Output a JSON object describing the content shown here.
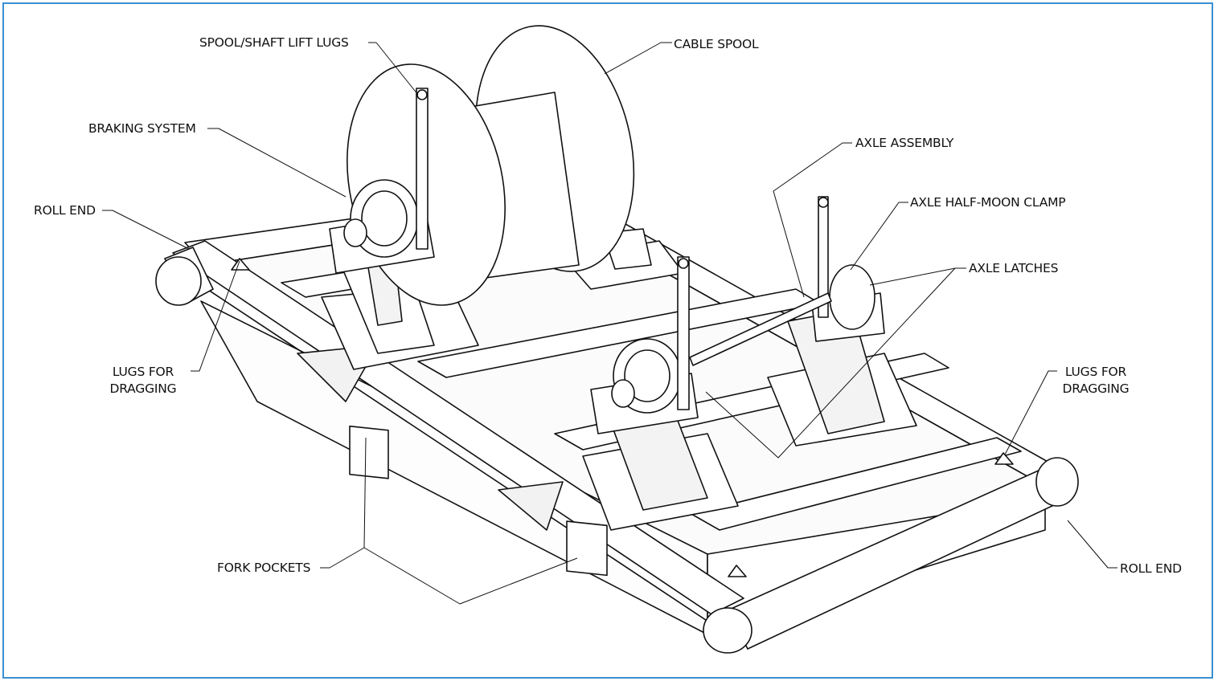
{
  "colors": {
    "border": "#3b8fd1",
    "line": "#111111",
    "background": "#ffffff"
  },
  "labels": {
    "spool_lift_lugs": "SPOOL/SHAFT LIFT LUGS",
    "cable_spool": "CABLE SPOOL",
    "braking_system": "BRAKING SYSTEM",
    "axle_assembly": "AXLE ASSEMBLY",
    "roll_end_left": "ROLL END",
    "axle_half_moon_clamp": "AXLE HALF-MOON CLAMP",
    "axle_latches": "AXLE LATCHES",
    "lugs_left_line1": "LUGS FOR",
    "lugs_left_line2": "DRAGGING",
    "lugs_right_line1": "LUGS FOR",
    "lugs_right_line2": "DRAGGING",
    "fork_pockets": "FORK POCKETS",
    "roll_end_right": "ROLL END"
  }
}
